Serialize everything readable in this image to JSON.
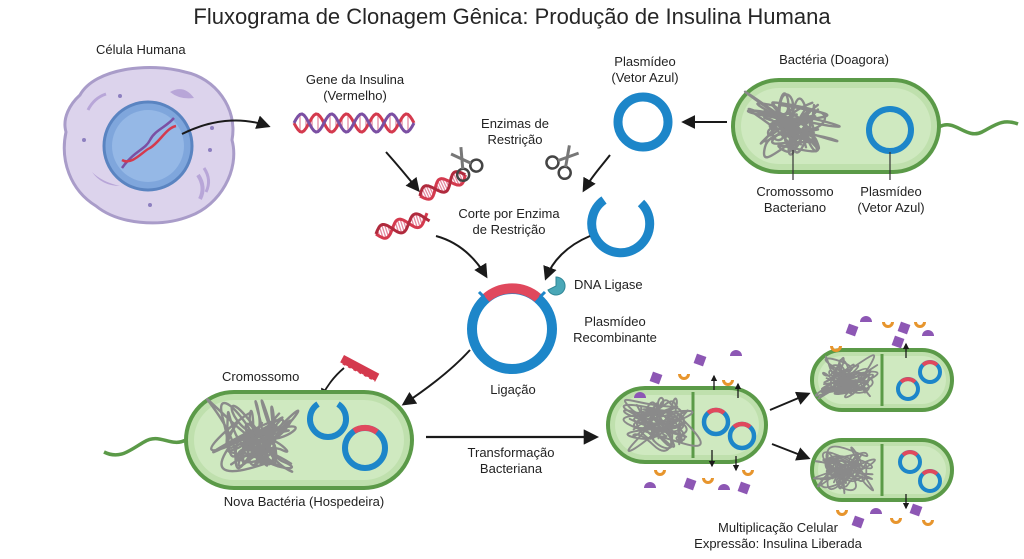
{
  "title": "Fluxograma de Clonagem Gênica: Produção de Insulina Humana",
  "labels": {
    "human_cell": "Célula Humana",
    "insulin_gene_1": "Gene da Insulina",
    "insulin_gene_2": "(Vermelho)",
    "restriction_enzymes_1": "Enzimas de",
    "restriction_enzymes_2": "Restrição",
    "plasmid_top_1": "Plasmídeo",
    "plasmid_top_2": "(Vetor Azul)",
    "donor_bacterium": "Bactéria (Doagora)",
    "bacterial_chromosome_1": "Cromossomo",
    "bacterial_chromosome_2": "Bacteriano",
    "bacterial_plasmid_1": "Plasmídeo",
    "bacterial_plasmid_2": "(Vetor Azul)",
    "restriction_cut_1": "Corte por Enzima",
    "restriction_cut_2": "de Restrição",
    "dna_ligase": "DNA Ligase",
    "recombinant_plasmid_1": "Plasmídeo",
    "recombinant_plasmid_2": "Recombinante",
    "ligation": "Ligação",
    "chromosome": "Cromossomo",
    "new_bacterium": "Nova Bactéria (Hospedeira)",
    "transformation_1": "Transformação",
    "transformation_2": "Bacteriana",
    "multiplication_1": "Multiplicação Celular",
    "multiplication_2": "Expressão: Insulina Liberada"
  },
  "colors": {
    "cell_fill": "#dcd3ec",
    "cell_edge": "#a99cc9",
    "nucleus": "#7fa6dc",
    "dna_red": "#d43a4e",
    "dna_purple": "#7b4fa3",
    "plasmid_blue": "#1d86c9",
    "bacteria_fill": "#bfe0ad",
    "bacteria_edge": "#5b9a48",
    "chromosome_gray": "#8a8a8a",
    "ligase_teal": "#4aa7b7",
    "insulin_orange": "#e7952d",
    "insulin_purple": "#8d57b4",
    "arrow": "#1a1a1a"
  },
  "icons": [
    "scissors-icon",
    "scissors-icon",
    "dna-ligase-icon"
  ]
}
